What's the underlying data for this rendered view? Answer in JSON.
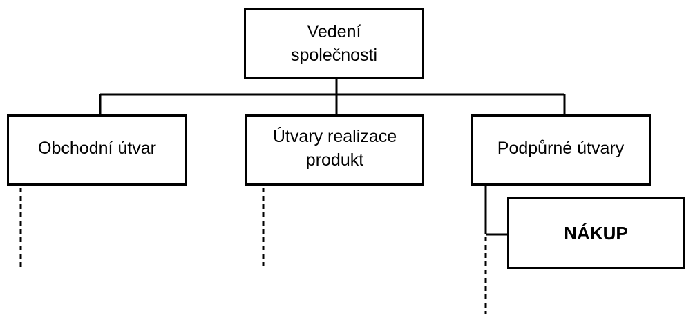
{
  "chart": {
    "root": {
      "label": "Vedení\nspolečnosti"
    },
    "children": [
      {
        "label": "Obchodní  útvar"
      },
      {
        "label": "Útvary realizace\nprodukt"
      },
      {
        "label": "Podpůrné útvary"
      }
    ],
    "subunit": {
      "label": "NÁKUP"
    }
  },
  "colors": {
    "line": "#000000",
    "background": "#ffffff"
  }
}
